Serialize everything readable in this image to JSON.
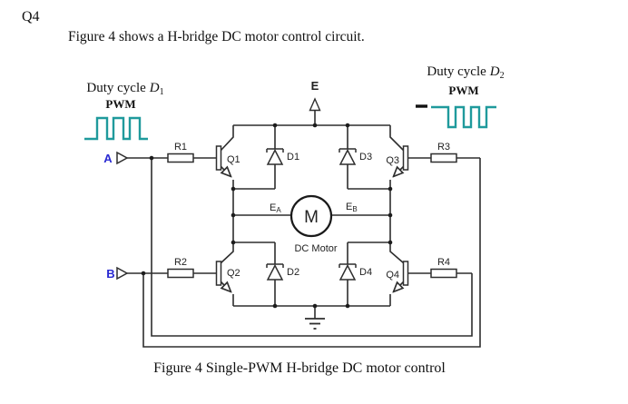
{
  "page": {
    "question_label": "Q4",
    "intro": "Figure 4 shows a H-bridge DC motor control circuit.",
    "caption": "Figure 4 Single-PWM H-bridge DC motor control"
  },
  "pwm_left": {
    "title": "Duty cycle",
    "variable": "D",
    "subscript": "1",
    "label": "PWM",
    "waveform": "non-inverted pulse train"
  },
  "pwm_right": {
    "title": "Duty cycle",
    "variable": "D",
    "subscript": "2",
    "label": "PWM",
    "waveform": "inverted pulse train with leading dash"
  },
  "circuit": {
    "supply_label": "E",
    "input_a": "A",
    "input_b": "B",
    "transistors": {
      "q1": "Q1",
      "q2": "Q2",
      "q3": "Q3",
      "q4": "Q4"
    },
    "diodes": {
      "d1": "D1",
      "d2": "D2",
      "d3": "D3",
      "d4": "D4"
    },
    "resistors": {
      "r1": "R1",
      "r2": "R2",
      "r3": "R3",
      "r4": "R4"
    },
    "motor": {
      "symbol": "M",
      "label": "DC Motor",
      "terminal_a_main": "E",
      "terminal_a_sub": "A",
      "terminal_b_main": "E",
      "terminal_b_sub": "B"
    }
  },
  "colors": {
    "circuit_line": "#2e2e2e",
    "waveform_teal": "#1f9a9c",
    "dash_black": "#111111",
    "input_label_blue": "#2a2ad2"
  }
}
